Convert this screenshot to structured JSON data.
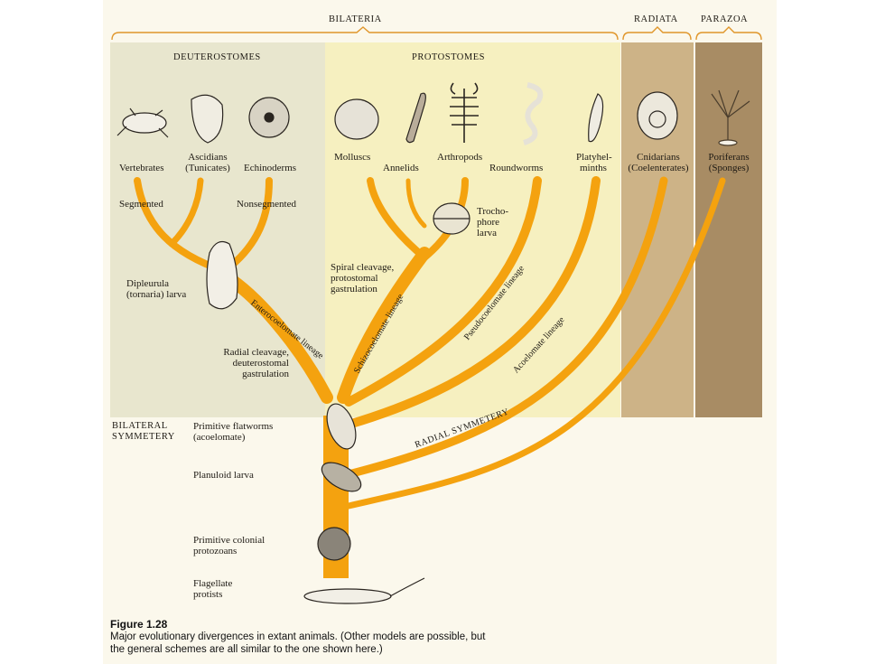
{
  "groups": {
    "bilateria": "BILATERIA",
    "radiata": "RADIATA",
    "parazoa": "PARAZOA",
    "deuterostomes": "DEUTEROSTOMES",
    "protostomes": "PROTOSTOMES"
  },
  "taxa": {
    "vertebrates": "Vertebrates",
    "ascidians_1": "Ascidians",
    "ascidians_2": "(Tunicates)",
    "echinoderms": "Echinoderms",
    "molluscs": "Molluscs",
    "annelids": "Annelids",
    "arthropods": "Arthropods",
    "roundworms": "Roundworms",
    "platyhelminths_1": "Platyhel-",
    "platyhelminths_2": "minths",
    "cnidarians_1": "Cnidarians",
    "cnidarians_2": "(Coelenterates)",
    "poriferans_1": "Poriferans",
    "poriferans_2": "(Sponges)"
  },
  "annotations": {
    "segmented": "Segmented",
    "nonsegmented": "Nonsegmented",
    "trochophore_1": "Trocho-",
    "trochophore_2": "phore",
    "trochophore_3": "larva",
    "dipleurula_1": "Dipleurula",
    "dipleurula_2": "(tornaria) larva",
    "spiral_1": "Spiral cleavage,",
    "spiral_2": "protostomal",
    "spiral_3": "gastrulation",
    "radial_1": "Radial cleavage,",
    "radial_2": "deuterostomal",
    "radial_3": "gastrulation",
    "bilateral_1": "BILATERAL",
    "bilateral_2": "SYMMETERY",
    "primitive_flat_1": "Primitive flatworms",
    "primitive_flat_2": "(acoelomate)",
    "planuloid": "Planuloid larva",
    "colonial_1": "Primitive colonial",
    "colonial_2": "protozoans",
    "flagellate_1": "Flagellate",
    "flagellate_2": "protists"
  },
  "lineages": {
    "enterocoelomate": "Enterocoelomate lineage",
    "schizocoelomate": "Schizocoelomate lineage",
    "pseudocoelomate": "Pseudocoelomate lineage",
    "acoelomate": "Acoelomate lineage",
    "radial_symmetery": "RADIAL SYMMETERY"
  },
  "caption": {
    "title": "Figure 1.28",
    "line1": "Major evolutionary divergences in extant animals. (Other models are possible, but",
    "line2": "the general schemes are all similar to the one shown here.)"
  },
  "colors": {
    "branch": "#f4a20f",
    "deuterostome_bg": "#e9e7cf",
    "protostome_bg": "#f6f0c2",
    "radiata_bg": "#cdb489",
    "parazoa_bg": "#a58a62",
    "page_bg": "#fbf8ec"
  }
}
